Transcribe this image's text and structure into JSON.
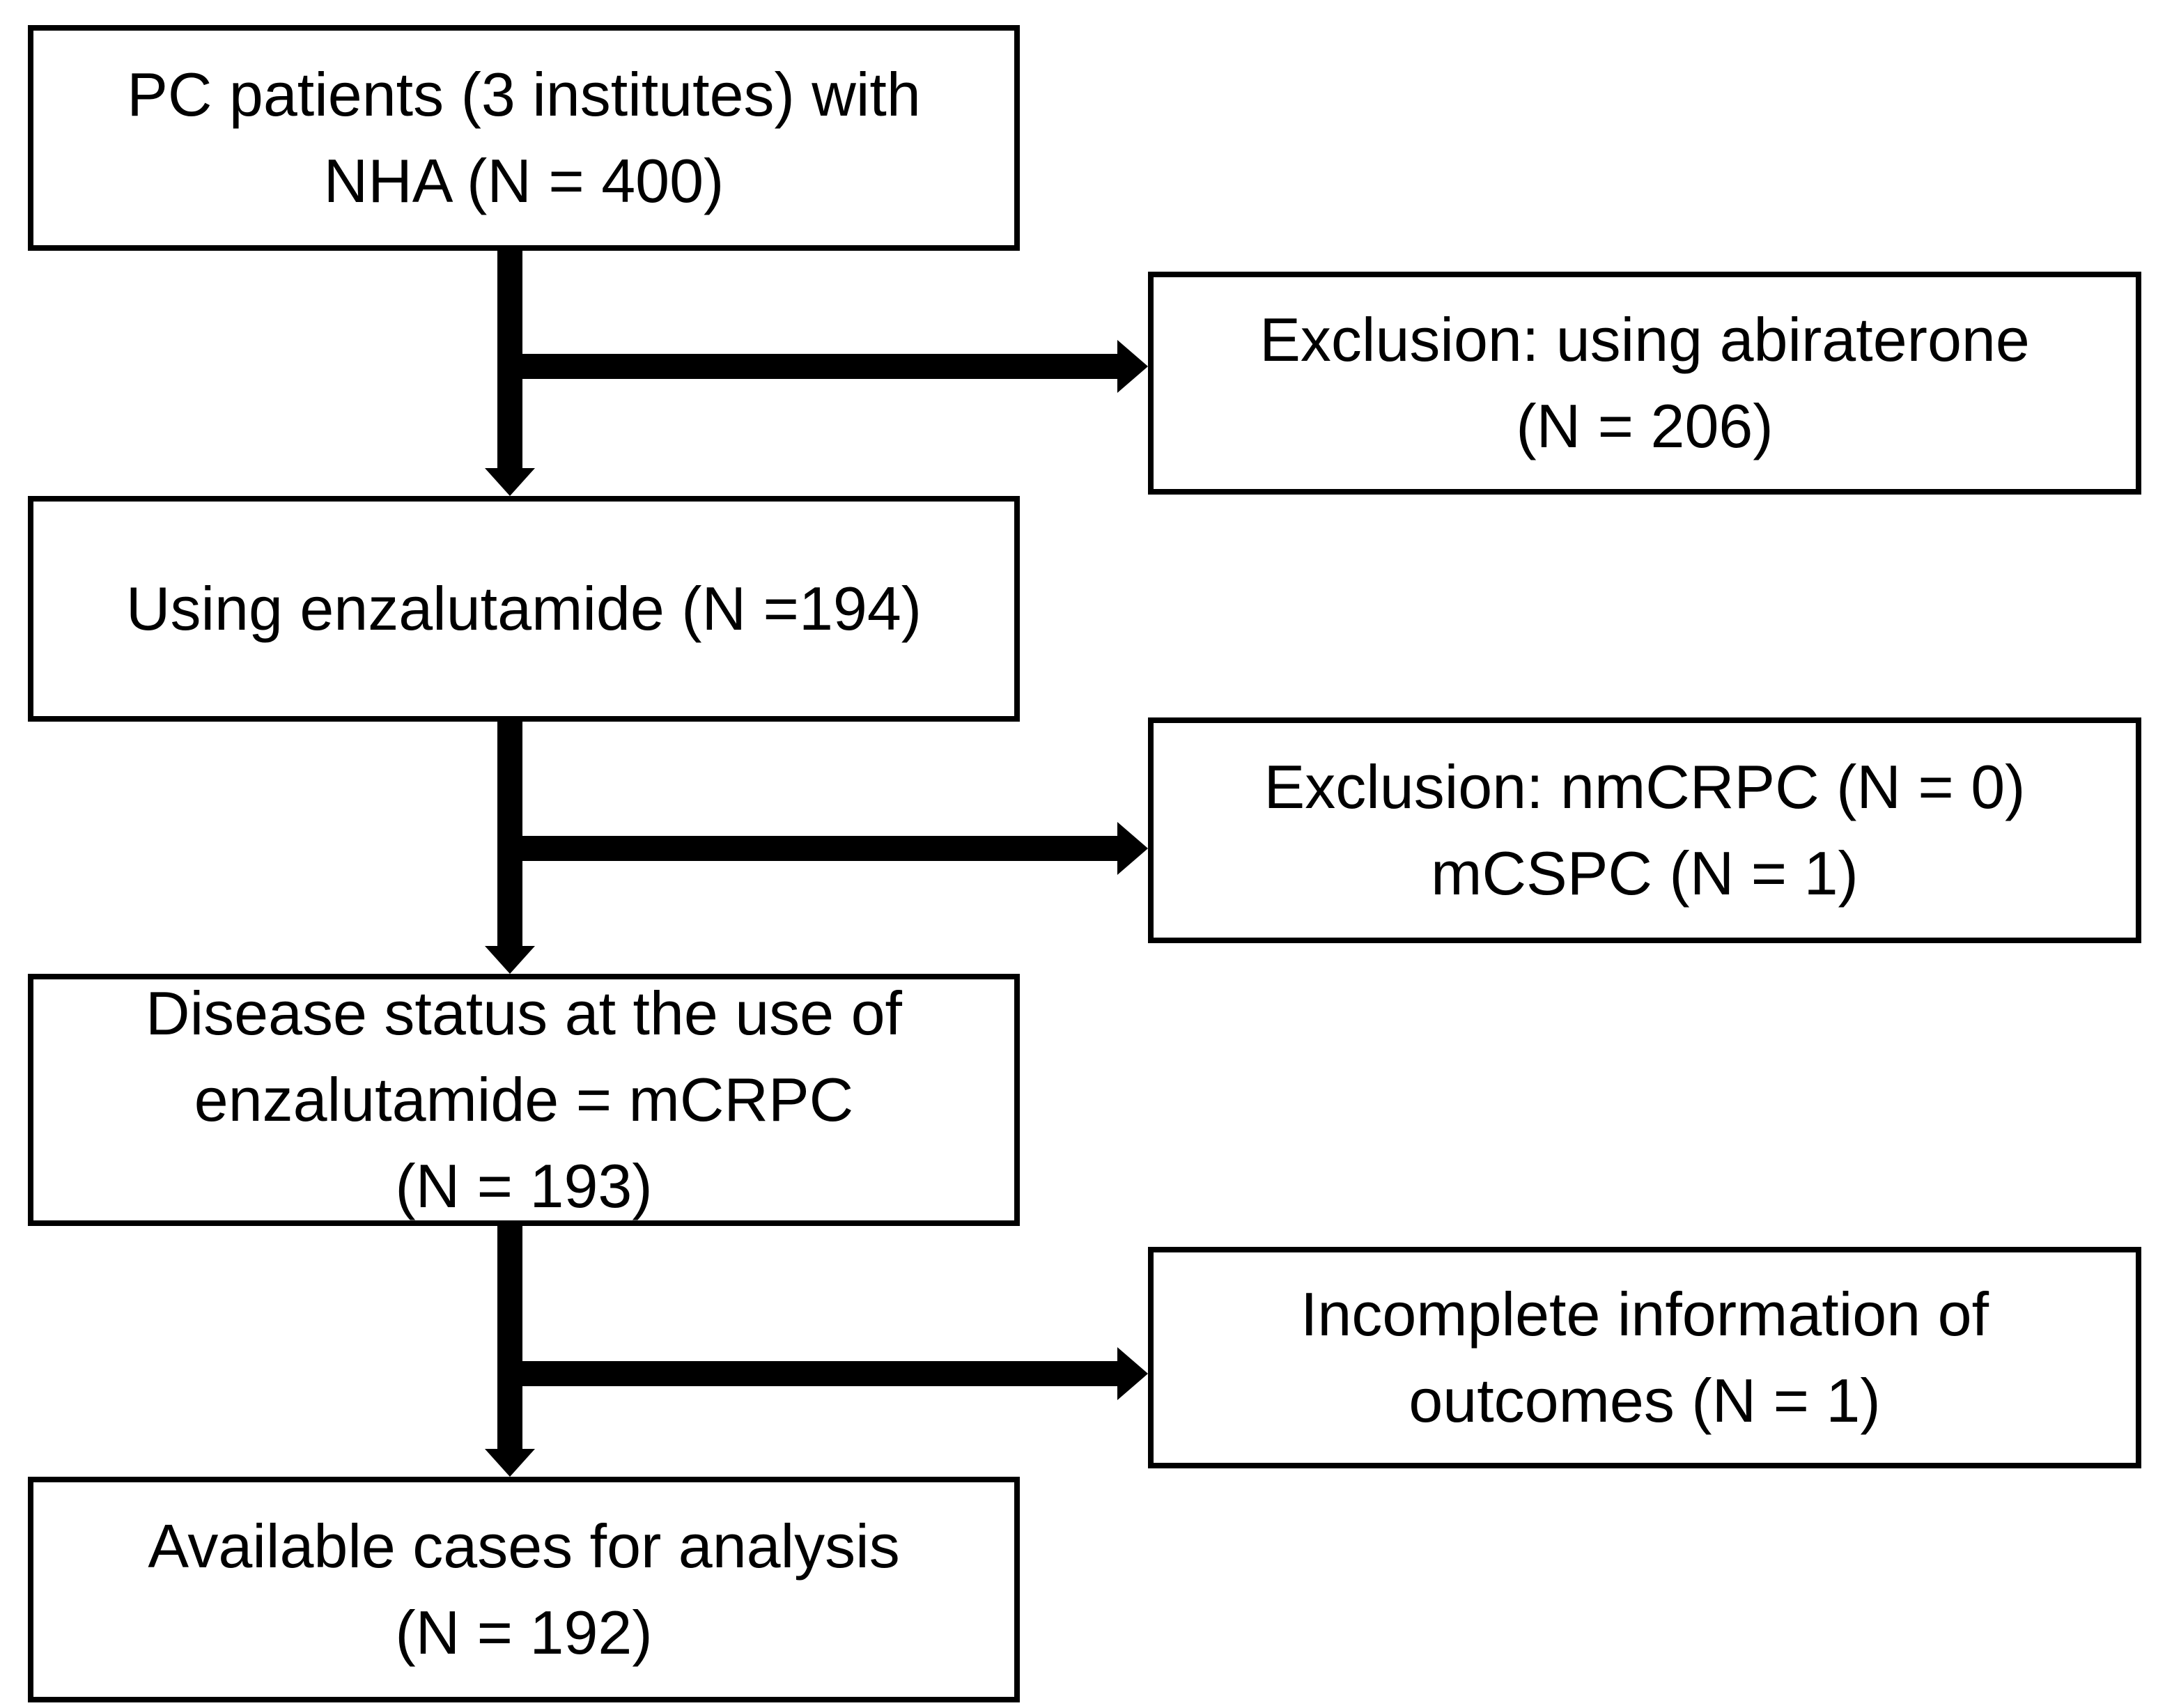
{
  "main_flow": {
    "start": {
      "line1": "PC patients (3 institutes) with",
      "line2": "NHA (N = 400)"
    },
    "enzalutamide": {
      "line1": "Using enzalutamide (N =194)"
    },
    "mcrpc": {
      "line1": "Disease status at the use of",
      "line2": "enzalutamide = mCRPC",
      "line3": "(N = 193)"
    },
    "available": {
      "line1": "Available cases for analysis",
      "line2": "(N = 192)"
    }
  },
  "exclusions": {
    "abiraterone": {
      "line1": "Exclusion: using abiraterone",
      "line2": "(N = 206)"
    },
    "disease_status": {
      "line1": "Exclusion: nmCRPC (N = 0)",
      "line2": "mCSPC (N = 1)"
    },
    "incomplete": {
      "line1": "Incomplete information of",
      "line2": "outcomes (N = 1)"
    }
  },
  "colors": {
    "line": "#000000",
    "box_fill": "#ffffff",
    "text": "#000000"
  }
}
